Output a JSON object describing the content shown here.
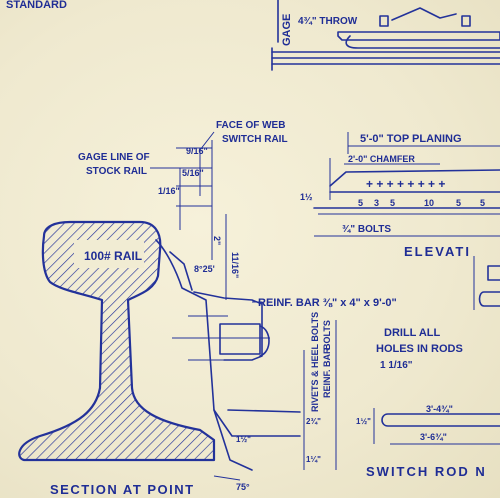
{
  "texts": {
    "standard": "STANDARD",
    "gage_vertical": "GAGE",
    "throw": "4¾\" THROW",
    "face_of_web": "FACE OF WEB",
    "switch_rail": "SWITCH RAIL",
    "dim_9_16": "9/16\"",
    "dim_5_16": "5/16\"",
    "dim_1_16": "1/16\"",
    "gage_line_of": "GAGE LINE OF",
    "stock_rail": "STOCK RAIL",
    "rail_label": "100# RAIL",
    "angle_8": "8°25'",
    "dim_2_in": "2\"",
    "dim_11_16": "11/16\"",
    "top_planing": "5'-0\" TOP PLANING",
    "chamfer": "2'-0\" CHAMFER",
    "bolt_spacing": [
      "1½",
      "5",
      "3",
      "5",
      "10",
      "5",
      "5"
    ],
    "bolts": "¾\" BOLTS",
    "elevation": "ELEVATI",
    "reinf_bar": "REINF. BAR ⅜\" x 4\" x 9'-0\"",
    "drill_all": "DRILL ALL",
    "holes_in_rods": "HOLES IN RODS",
    "hole_size": "1 1/16\"",
    "rivets_heel_bolts": "RIVETS & HEEL BOLTS",
    "reinf_bar_vertical": "REINF. BAR",
    "bolts_vertical": "BOLTS",
    "rod_dim_1": "3'-4¾\"",
    "rod_dim_2": "3'-6¾\"",
    "switch_rod": "SWITCH ROD N",
    "section_at_point": "SECTION AT POINT",
    "angle_75": "75°",
    "dim_2_3_4": "2¾\"",
    "dim_1_4": "1¼\"",
    "dim_1_2": "1½\""
  },
  "colors": {
    "ink": "#23329a",
    "paper": "#f1ecd3"
  }
}
